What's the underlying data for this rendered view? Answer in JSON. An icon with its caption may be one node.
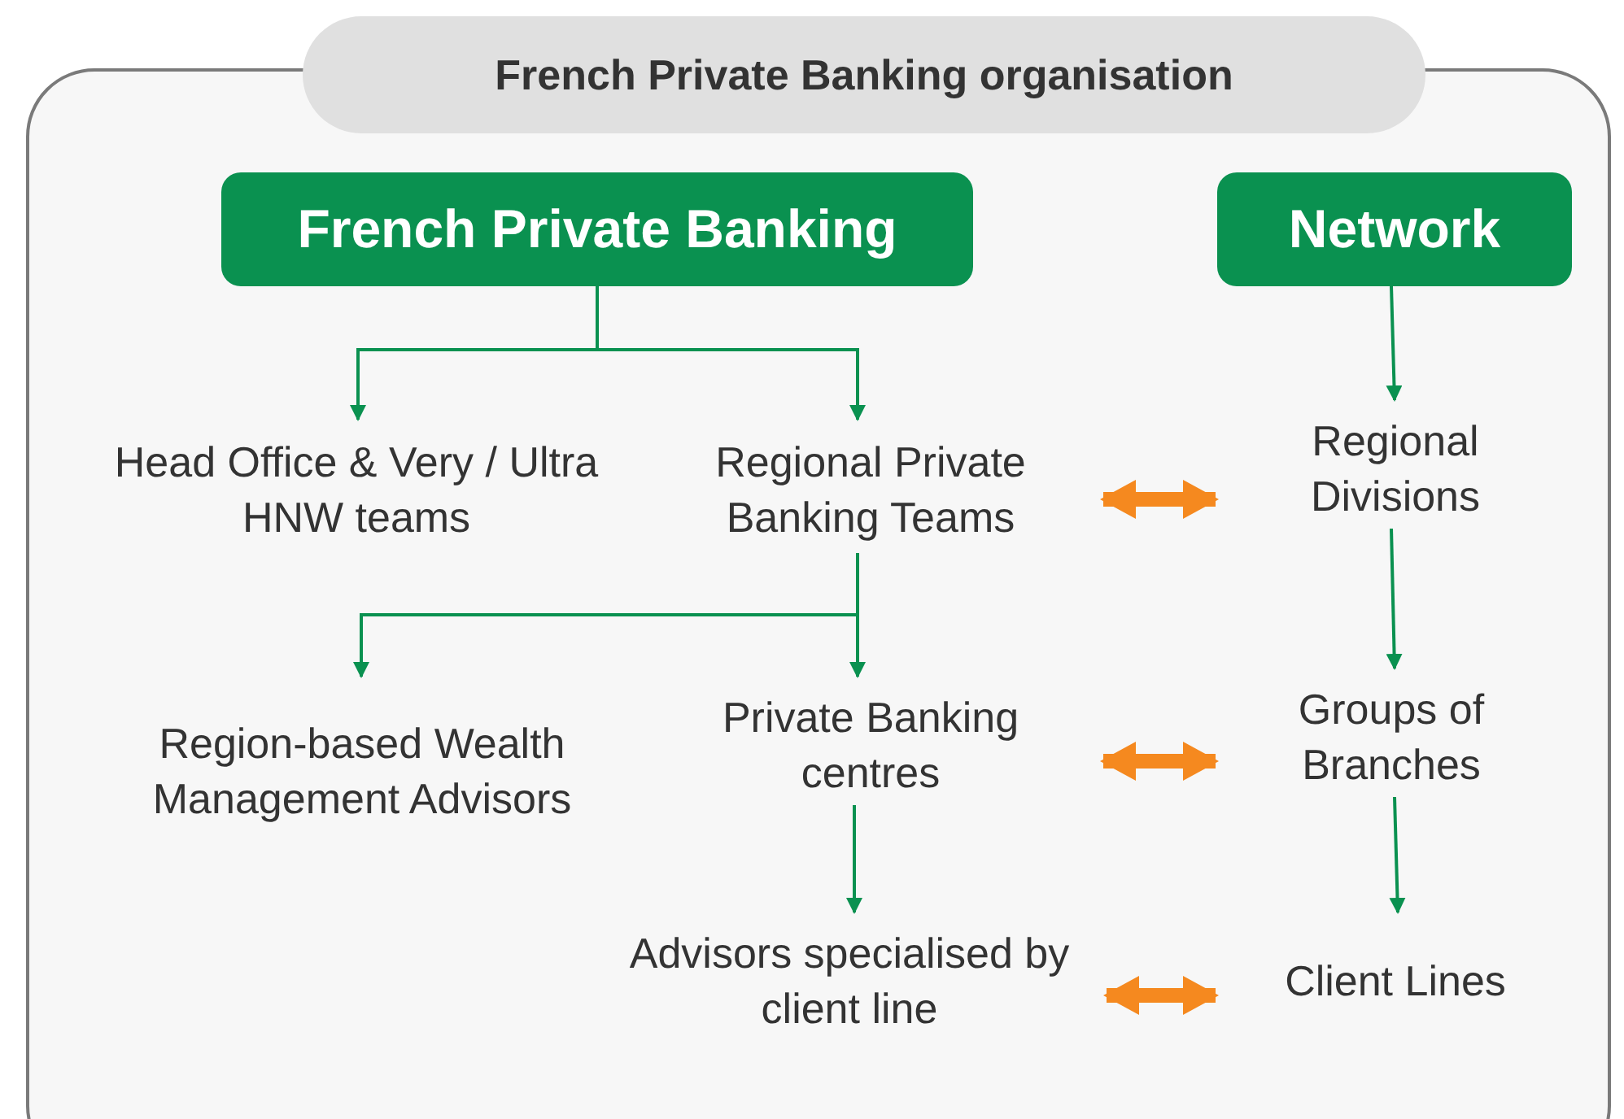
{
  "diagram": {
    "title": "French Private Banking organisation",
    "nodes": [
      {
        "text": [
          "French Private Banking"
        ]
      },
      {
        "text": [
          "Network"
        ]
      },
      {
        "text": [
          "Head Office & Very / Ultra HNW teams"
        ]
      },
      {
        "text": [
          "Regional Private Banking Teams"
        ]
      },
      {
        "text": [
          "Regional Divisions"
        ]
      },
      {
        "text": [
          "Region-based Wealth Management Advisors"
        ]
      },
      {
        "text": [
          "Private Banking centres"
        ]
      },
      {
        "text": [
          "Groups of Branches"
        ]
      },
      {
        "text": [
          "Advisors specialised by client line"
        ]
      },
      {
        "text": [
          "Client Lines"
        ]
      }
    ],
    "edges": [
      {
        "from": 0,
        "to": 2,
        "arrow": "to"
      },
      {
        "from": 0,
        "to": 3,
        "arrow": "to"
      },
      {
        "from": 1,
        "to": 4,
        "arrow": "to"
      },
      {
        "from": 3,
        "to": 4,
        "arrow": "both",
        "style": "thick",
        "color": "#f5891f"
      },
      {
        "from": 3,
        "to": 5,
        "arrow": "to"
      },
      {
        "from": 3,
        "to": 6,
        "arrow": "to"
      },
      {
        "from": 4,
        "to": 7,
        "arrow": "to"
      },
      {
        "from": 6,
        "to": 7,
        "arrow": "both",
        "style": "thick",
        "color": "#f5891f"
      },
      {
        "from": 6,
        "to": 8,
        "arrow": "to"
      },
      {
        "from": 7,
        "to": 9,
        "arrow": "to"
      },
      {
        "from": 8,
        "to": 9,
        "arrow": "both",
        "style": "thick",
        "color": "#f5891f"
      }
    ]
  }
}
